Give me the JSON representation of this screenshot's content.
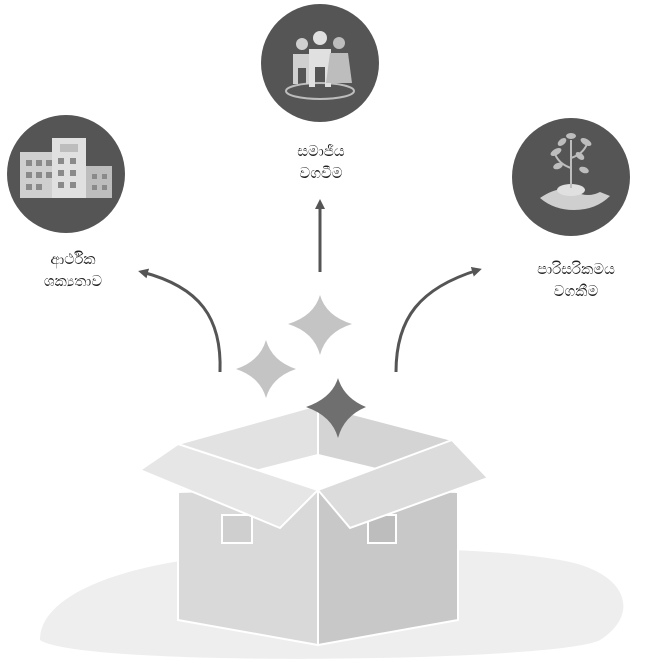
{
  "labels": {
    "economic": {
      "line1": "ආර්ථික",
      "line2": "ශක්‍යතාව"
    },
    "social": {
      "line1": "සමාජීය",
      "line2": "වගවීම"
    },
    "environmental": {
      "line1": "පාරිසරිකමය",
      "line2": "වගකීම"
    }
  },
  "icons": {
    "economic": "office-buildings-icon",
    "social": "people-group-icon",
    "environmental": "plant-in-hand-icon"
  },
  "colors": {
    "icon_circle": "#555555",
    "arrow": "#555555",
    "box_light": "#d9d9d9",
    "box_mid": "#c8c8c8",
    "shadow": "#eeeeee",
    "sparkle_light": "#c4c4c4",
    "sparkle_dark": "#6f6f6f"
  }
}
